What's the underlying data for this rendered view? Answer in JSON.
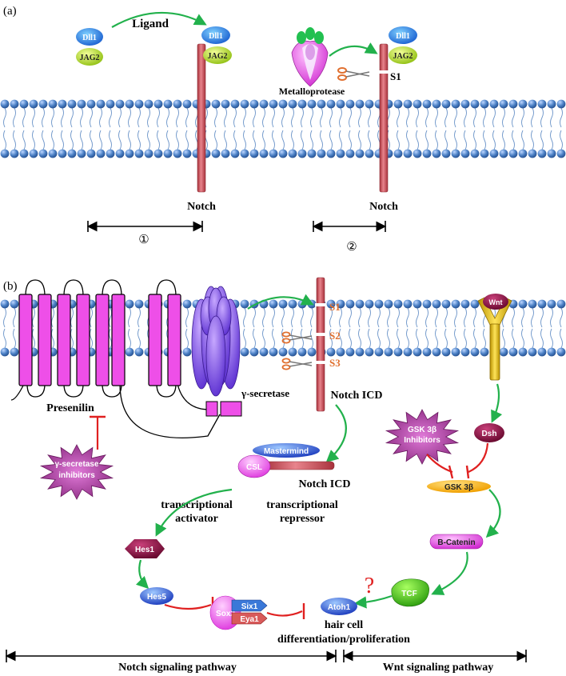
{
  "panel_a": {
    "label": "(a)",
    "ligand": "Ligand",
    "dll1": "Dll1",
    "jag2": "JAG2",
    "metalloprotease": "Metalloprotease",
    "s1": "S1",
    "notch": "Notch",
    "step1": "①",
    "step2": "②"
  },
  "panel_b": {
    "label": "(b)",
    "s1": "S1",
    "s2": "S2",
    "s3": "S3",
    "wnt": "Wnt",
    "gamma_secretase": "γ-secretase",
    "notch_icd": "Notch ICD",
    "presenilin": "Presenilin",
    "gsk_inhibitors_line1": "GSK 3β",
    "gsk_inhibitors_line2": "Inhibitors",
    "dsh": "Dsh",
    "gamma_inhibitors_line1": "γ-secretase",
    "gamma_inhibitors_line2": "inhibitors",
    "mastermind": "Mastermind",
    "csl": "CSL",
    "notch_icd_2": "Notch ICD",
    "gsk3b": "GSK 3β",
    "transcriptional_activator_line1": "transcriptional",
    "transcriptional_activator_line2": "activator",
    "transcriptional_repressor_line1": "transcriptional",
    "transcriptional_repressor_line2": "repressor",
    "hes1": "Hes1",
    "b_catenin": "B-Catenin",
    "tcf": "TCF",
    "question": "?",
    "hes5": "Hes5",
    "six1": "Six1",
    "eya1": "Eya1",
    "sox2": "Sox2",
    "atoh1": "Atoh1",
    "hair_cell_line1": "hair cell",
    "hair_cell_line2": "differentiation/proliferation",
    "notch_pathway": "Notch signaling pathway",
    "wnt_pathway": "Wnt signaling pathway"
  },
  "colors": {
    "membrane_head": "#4a7fc4",
    "notch_rod": "#c9505a",
    "arrow_green": "#22b14c",
    "inhibit_red": "#e02020",
    "presenilin_magenta": "#ee4fe8",
    "secretase_purple": "#7b4ce6",
    "scissor_orange": "#e07030"
  }
}
